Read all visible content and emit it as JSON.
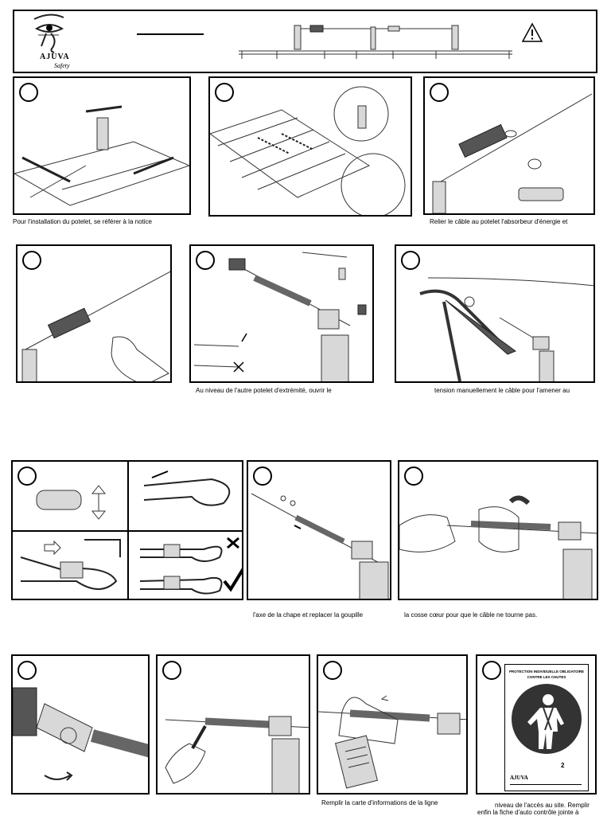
{
  "brand": {
    "name": "AJUVA",
    "tagline": "Safety"
  },
  "header": {
    "warning_icon": "warning-triangle-icon"
  },
  "captions": {
    "c1": "Pour l'installation du potelet, se référer à la notice",
    "c3": "Relier le câble au potelet l'absorbeur d'énergie et",
    "c5": "Au niveau de l'autre potelet d'extrémité, ouvrir le",
    "c6": "tension manuellement le câble pour l'amener au",
    "c8": "l'axe de la chape et replacer la goupille",
    "c9": "la cosse cœur pour que le câble ne tourne pas.",
    "c12": "Remplir la carte d'informations de la ligne",
    "c13a": "niveau de l'accès au site. Remplir",
    "c13b": "enfin la fiche d'auto contrôle jointe à"
  },
  "poster": {
    "title_line1": "PROTECTION INDIVIDUELLE OBLIGATOIRE",
    "title_line2": "CONTRE LES CHUTES",
    "number": "2",
    "footer_brand": "AJUVA"
  },
  "colors": {
    "ink": "#000000",
    "sign_bg": "#333333",
    "sign_figure": "#ffffff"
  }
}
